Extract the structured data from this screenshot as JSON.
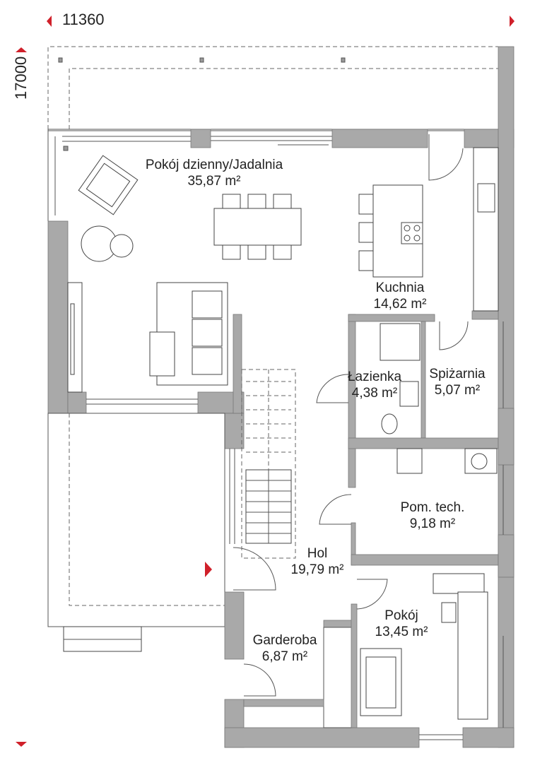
{
  "dimensions": {
    "width": "11360",
    "height": "17000"
  },
  "colors": {
    "accent": "#d0202a",
    "wall": "#a9a9a9"
  },
  "rooms": [
    {
      "name": "Pokój dzienny/Jadalnia",
      "area": "35,87 m²"
    },
    {
      "name": "Kuchnia",
      "area": "14,62 m²"
    },
    {
      "name": "Łazienka",
      "area": "4,38 m²"
    },
    {
      "name": "Spiżarnia",
      "area": "5,07 m²"
    },
    {
      "name": "Pom. tech.",
      "area": "9,18 m²"
    },
    {
      "name": "Hol",
      "area": "19,79 m²"
    },
    {
      "name": "Garderoba",
      "area": "6,87 m²"
    },
    {
      "name": "Pokój",
      "area": "13,45 m²"
    }
  ]
}
